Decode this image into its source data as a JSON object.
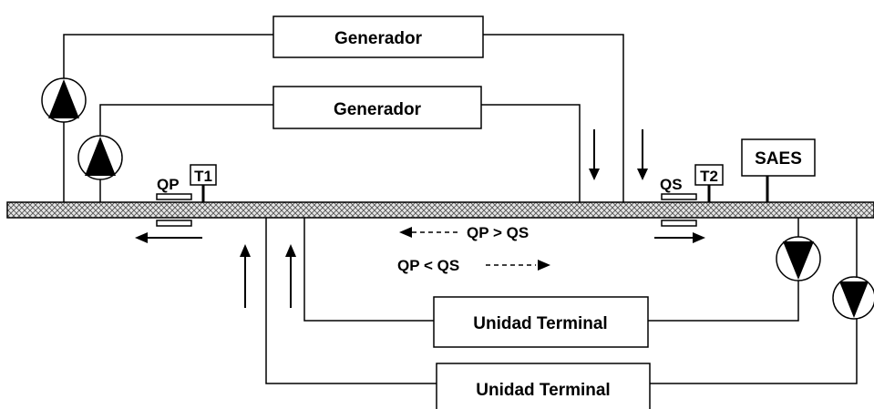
{
  "colors": {
    "line": "#000000",
    "background": "#ffffff",
    "header_fill": "#cfcfcf"
  },
  "generators": [
    {
      "label": "Generador"
    },
    {
      "label": "Generador"
    }
  ],
  "terminal_units": [
    {
      "label": "Unidad Terminal"
    },
    {
      "label": "Unidad Terminal"
    }
  ],
  "sensors": {
    "primary_flow": "QP",
    "primary_temp": "T1",
    "secondary_flow": "QS",
    "secondary_temp": "T2"
  },
  "controller": {
    "label": "SAES"
  },
  "flow_relations": {
    "greater": "QP > QS",
    "less": "QP < QS"
  },
  "icons": {
    "pump_up": "pump-up-icon",
    "pump_down": "pump-down-icon"
  }
}
